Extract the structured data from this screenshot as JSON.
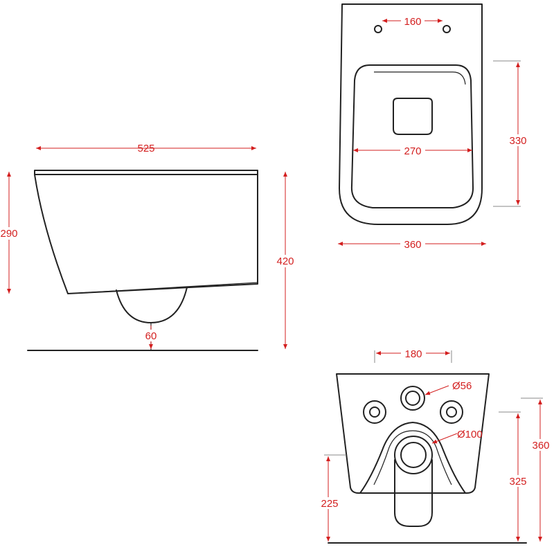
{
  "colors": {
    "dimension": "#d31f1f",
    "outline": "#222222",
    "extension": "#8a8a8a"
  },
  "side_view": {
    "overall_length": "525",
    "bowl_height": "290",
    "total_height": "420",
    "waste_outlet_height": "60"
  },
  "top_view": {
    "fixing_holes_spacing": "160",
    "seat_length": "330",
    "bowl_width": "270",
    "overall_width": "360"
  },
  "back_view": {
    "fixing_holes_spacing": "180",
    "water_inlet_diameter": "Ø56",
    "waste_outlet_diameter": "Ø100",
    "waste_outlet_height": "225",
    "fixing_holes_height": "325",
    "overall_height": "360"
  }
}
